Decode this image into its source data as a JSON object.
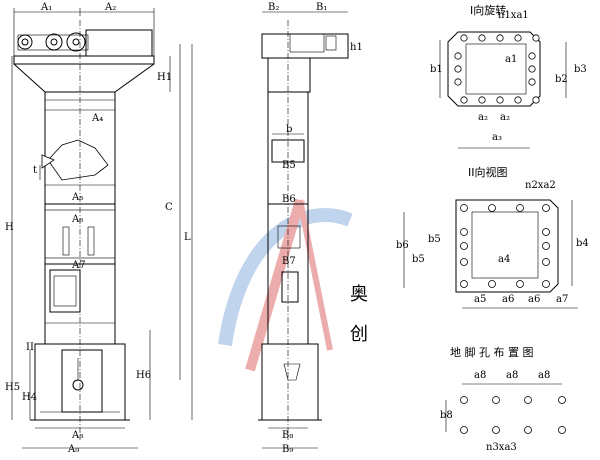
{
  "labels": {
    "A1": "A₁",
    "A2": "A₂",
    "A4": "A₄",
    "A5": "A₅",
    "A6": "A₆",
    "A7": "A7",
    "A8": "A₈",
    "A9": "A₉",
    "B1": "B₁",
    "B2": "B₂",
    "B5": "B5",
    "B6": "B6",
    "B7": "B7",
    "B8": "B₈",
    "B9": "B₉",
    "H": "H",
    "H1": "H1",
    "H4": "H4",
    "H5": "H5",
    "H6": "H6",
    "C": "C",
    "L": "L",
    "b": "b",
    "t": "t",
    "h1": "h1",
    "roman2": "II",
    "b1": "b1",
    "b2": "b2",
    "b3": "b3",
    "a1": "a1",
    "a2": "a₂",
    "a3": "a₃",
    "n1xa1": "n1xa1",
    "b4": "b4",
    "b5": "b5",
    "b6": "b6",
    "a4": "a4",
    "a5": "a5",
    "a6": "a6",
    "a7": "a7",
    "n2xa2": "n2xa2",
    "a8": "a8",
    "b8": "b8",
    "n3xa3": "n3xa3"
  },
  "titles": {
    "view1": "I向旋转",
    "view2": "II向视图",
    "view3": "地 脚 孔 布 置 图"
  },
  "watermark": {
    "text1": "奥",
    "text2": "创",
    "color": "#d03030",
    "blue": "#3a78c8"
  }
}
